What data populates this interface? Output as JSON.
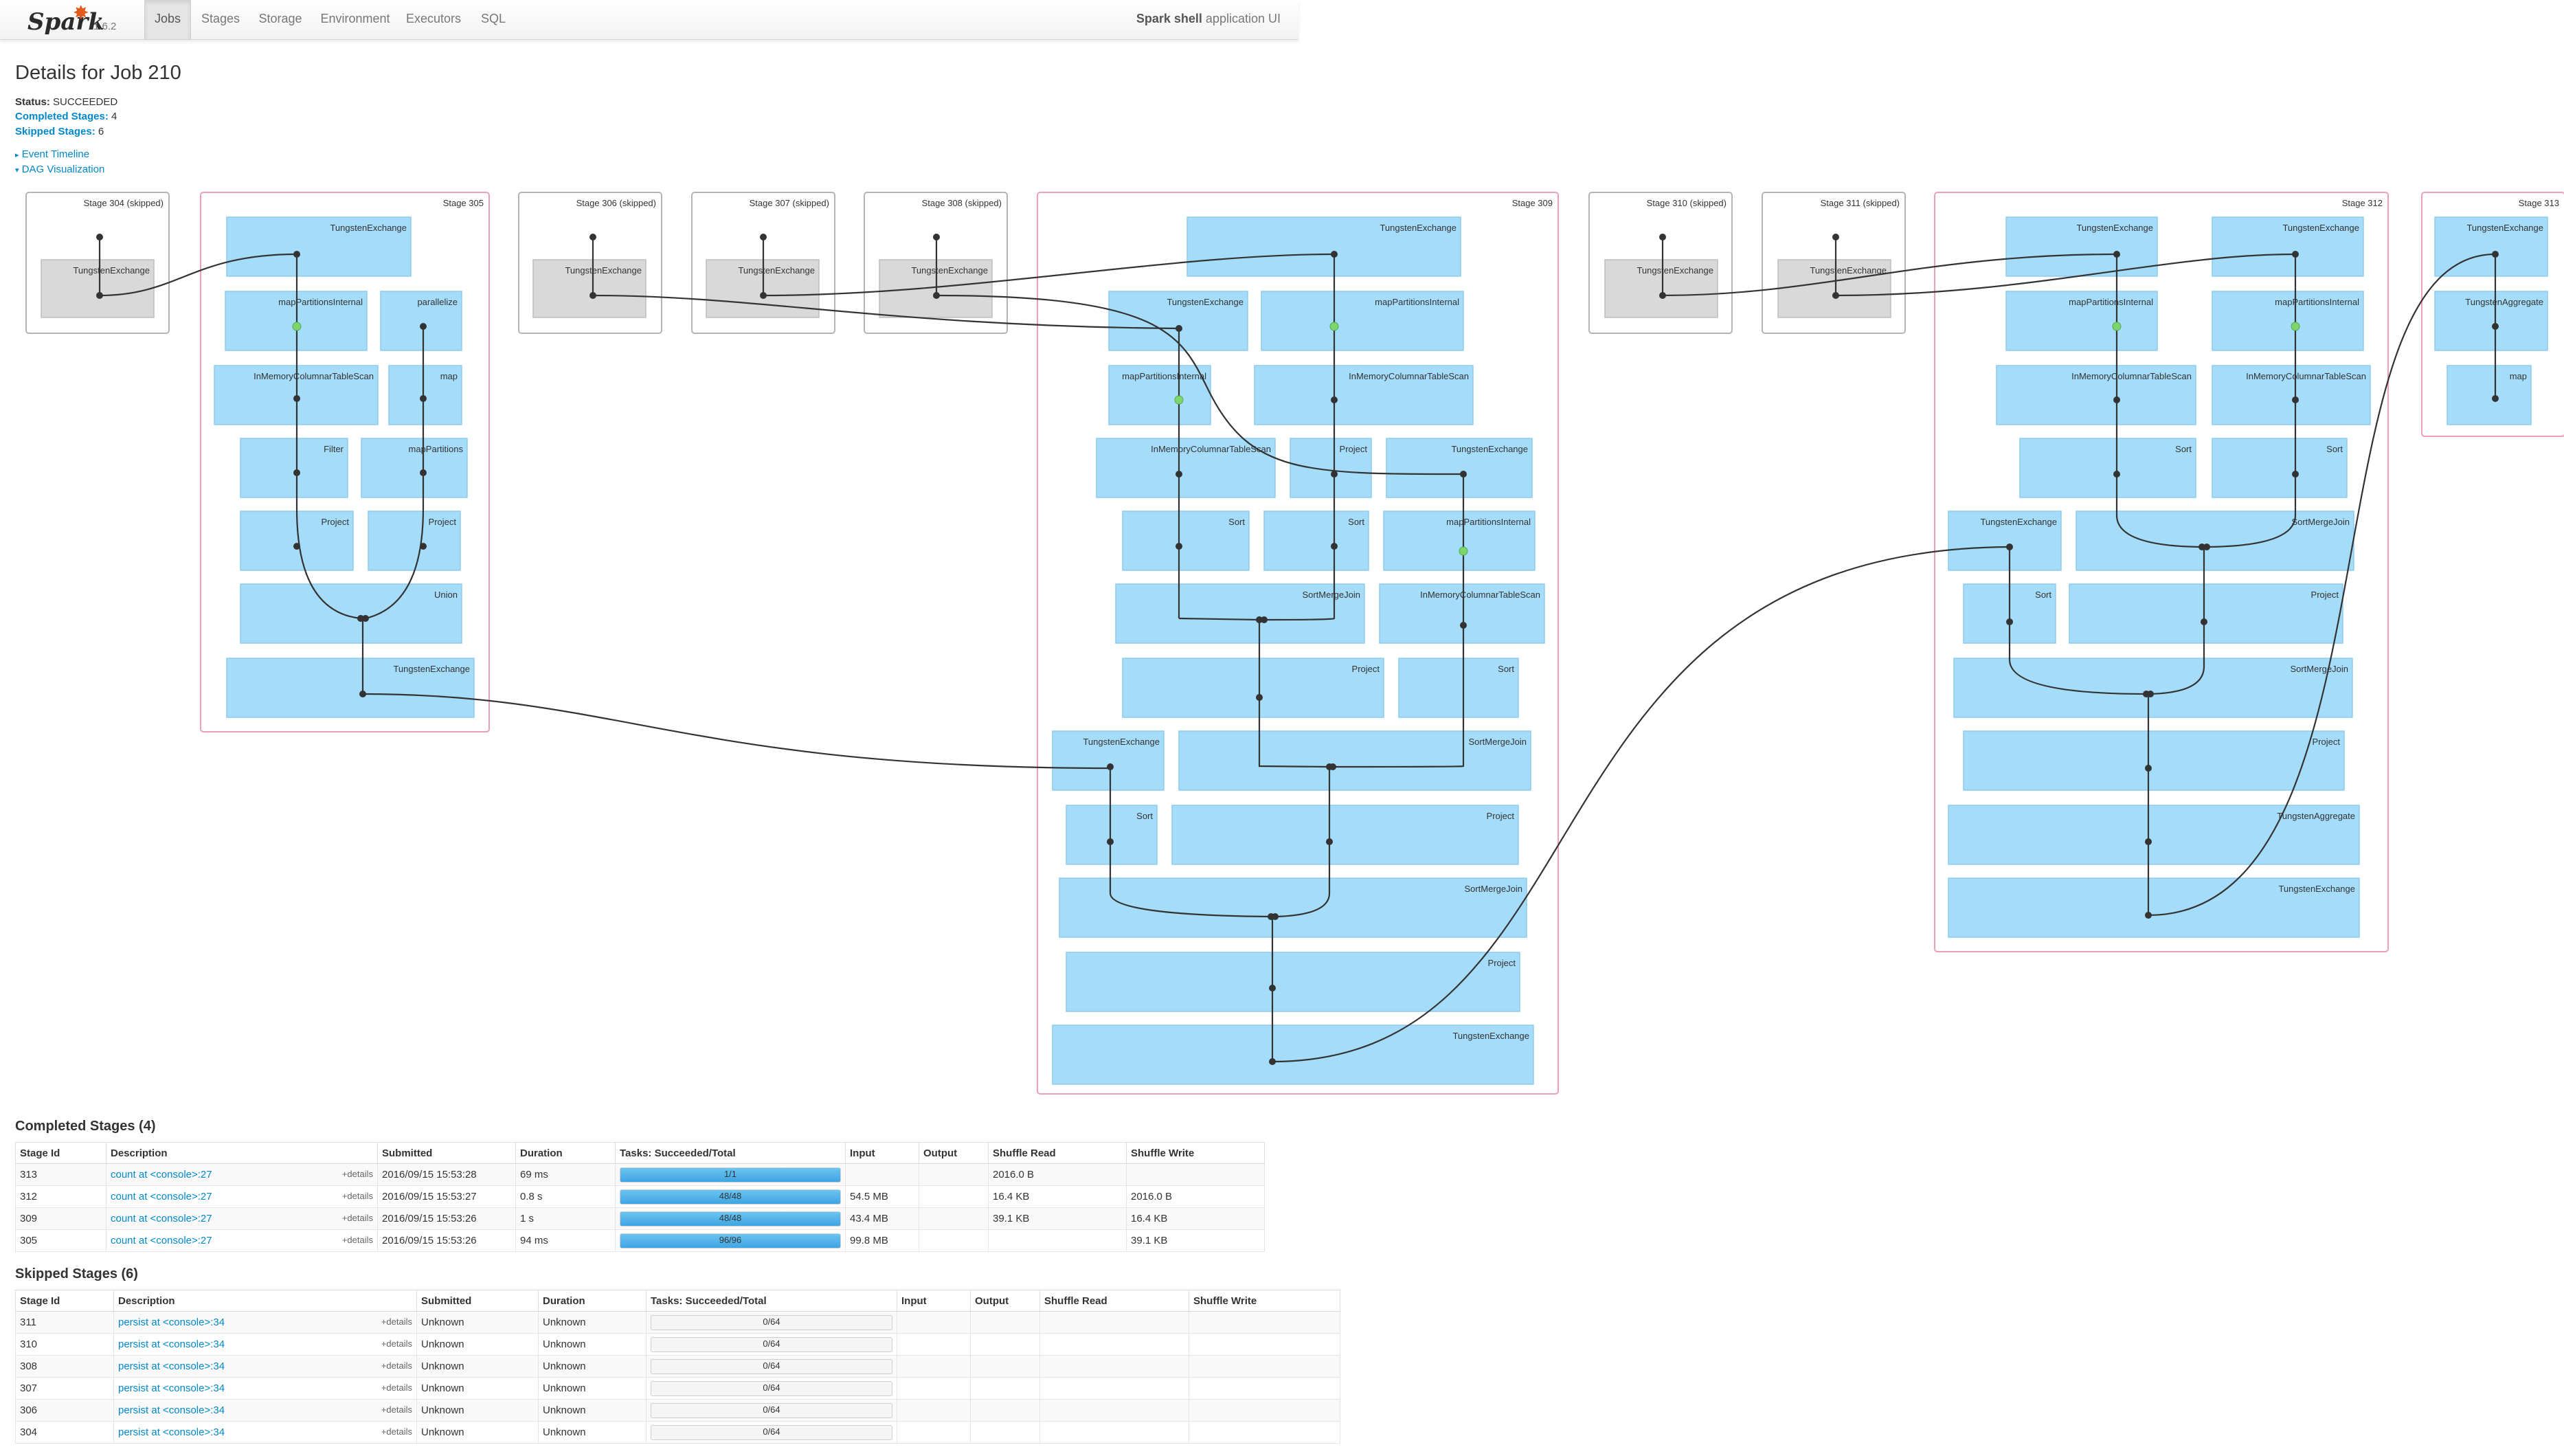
{
  "nav": {
    "brand": "Spark",
    "version": "1.6.2",
    "tabs": [
      "Jobs",
      "Stages",
      "Storage",
      "Environment",
      "Executors",
      "SQL"
    ],
    "active_tab": "Jobs",
    "app_bold": "Spark shell",
    "app_rest": "application UI"
  },
  "title": "Details for Job 210",
  "summary": {
    "status_label": "Status:",
    "status_value": "SUCCEEDED",
    "completed_label": "Completed Stages:",
    "completed_value": "4",
    "skipped_label": "Skipped Stages:",
    "skipped_value": "6"
  },
  "toggles": {
    "event_timeline": "Event Timeline",
    "dag_visualization": "DAG Visualization"
  },
  "dag": {
    "stages": [
      {
        "label": "Stage 304 (skipped)",
        "nodes": [
          "TungstenExchange"
        ]
      },
      {
        "label": "Stage 305",
        "nodes": [
          "TungstenExchange",
          "mapPartitionsInternal",
          "parallelize",
          "InMemoryColumnarTableScan",
          "map",
          "Filter",
          "mapPartitions",
          "Project",
          "Project",
          "Union",
          "TungstenExchange"
        ]
      },
      {
        "label": "Stage 306 (skipped)",
        "nodes": [
          "TungstenExchange"
        ]
      },
      {
        "label": "Stage 307 (skipped)",
        "nodes": [
          "TungstenExchange"
        ]
      },
      {
        "label": "Stage 308 (skipped)",
        "nodes": [
          "TungstenExchange"
        ]
      },
      {
        "label": "Stage 309",
        "nodes": [
          "TungstenExchange",
          "TungstenExchange",
          "mapPartitionsInternal",
          "mapPartitionsInternal",
          "InMemoryColumnarTableScan",
          "InMemoryColumnarTableScan",
          "Project",
          "TungstenExchange",
          "Sort",
          "Sort",
          "mapPartitionsInternal",
          "SortMergeJoin",
          "InMemoryColumnarTableScan",
          "Project",
          "Sort",
          "TungstenExchange",
          "SortMergeJoin",
          "Sort",
          "Project",
          "SortMergeJoin",
          "Project",
          "TungstenExchange"
        ]
      },
      {
        "label": "Stage 310 (skipped)",
        "nodes": [
          "TungstenExchange"
        ]
      },
      {
        "label": "Stage 311 (skipped)",
        "nodes": [
          "TungstenExchange"
        ]
      },
      {
        "label": "Stage 312",
        "nodes": [
          "TungstenExchange",
          "TungstenExchange",
          "mapPartitionsInternal",
          "mapPartitionsInternal",
          "InMemoryColumnarTableScan",
          "InMemoryColumnarTableScan",
          "Sort",
          "Sort",
          "TungstenExchange",
          "SortMergeJoin",
          "Sort",
          "Project",
          "SortMergeJoin",
          "Project",
          "TungstenAggregate",
          "TungstenExchange"
        ]
      },
      {
        "label": "Stage 313",
        "nodes": [
          "TungstenExchange",
          "TungstenAggregate",
          "map"
        ]
      }
    ]
  },
  "completed": {
    "title": "Completed Stages (4)",
    "columns": [
      "Stage Id",
      "Description",
      "Submitted",
      "Duration",
      "Tasks: Succeeded/Total",
      "Input",
      "Output",
      "Shuffle Read",
      "Shuffle Write"
    ],
    "details_label": "+details",
    "rows": [
      {
        "id": "313",
        "desc": "count at <console>:27",
        "submitted": "2016/09/15 15:53:28",
        "duration": "69 ms",
        "tasks": "1/1",
        "progress": 1.0,
        "input": "",
        "output": "",
        "shuffle_read": "2016.0 B",
        "shuffle_write": ""
      },
      {
        "id": "312",
        "desc": "count at <console>:27",
        "submitted": "2016/09/15 15:53:27",
        "duration": "0.8 s",
        "tasks": "48/48",
        "progress": 1.0,
        "input": "54.5 MB",
        "output": "",
        "shuffle_read": "16.4 KB",
        "shuffle_write": "2016.0 B"
      },
      {
        "id": "309",
        "desc": "count at <console>:27",
        "submitted": "2016/09/15 15:53:26",
        "duration": "1 s",
        "tasks": "48/48",
        "progress": 1.0,
        "input": "43.4 MB",
        "output": "",
        "shuffle_read": "39.1 KB",
        "shuffle_write": "16.4 KB"
      },
      {
        "id": "305",
        "desc": "count at <console>:27",
        "submitted": "2016/09/15 15:53:26",
        "duration": "94 ms",
        "tasks": "96/96",
        "progress": 1.0,
        "input": "99.8 MB",
        "output": "",
        "shuffle_read": "",
        "shuffle_write": "39.1 KB"
      }
    ]
  },
  "skipped": {
    "title": "Skipped Stages (6)",
    "columns": [
      "Stage Id",
      "Description",
      "Submitted",
      "Duration",
      "Tasks: Succeeded/Total",
      "Input",
      "Output",
      "Shuffle Read",
      "Shuffle Write"
    ],
    "details_label": "+details",
    "rows": [
      {
        "id": "311",
        "desc": "persist at <console>:34",
        "submitted": "Unknown",
        "duration": "Unknown",
        "tasks": "0/64",
        "progress": 0
      },
      {
        "id": "310",
        "desc": "persist at <console>:34",
        "submitted": "Unknown",
        "duration": "Unknown",
        "tasks": "0/64",
        "progress": 0
      },
      {
        "id": "308",
        "desc": "persist at <console>:34",
        "submitted": "Unknown",
        "duration": "Unknown",
        "tasks": "0/64",
        "progress": 0
      },
      {
        "id": "307",
        "desc": "persist at <console>:34",
        "submitted": "Unknown",
        "duration": "Unknown",
        "tasks": "0/64",
        "progress": 0
      },
      {
        "id": "306",
        "desc": "persist at <console>:34",
        "submitted": "Unknown",
        "duration": "Unknown",
        "tasks": "0/64",
        "progress": 0
      },
      {
        "id": "304",
        "desc": "persist at <console>:34",
        "submitted": "Unknown",
        "duration": "Unknown",
        "tasks": "0/64",
        "progress": 0
      }
    ]
  },
  "colors": {
    "link": "#0088cc",
    "node": "#a4dcf9",
    "skipped_node": "#d9d9d9",
    "cluster_border": "#ef9fb4",
    "progress": "#3ea5e4"
  }
}
